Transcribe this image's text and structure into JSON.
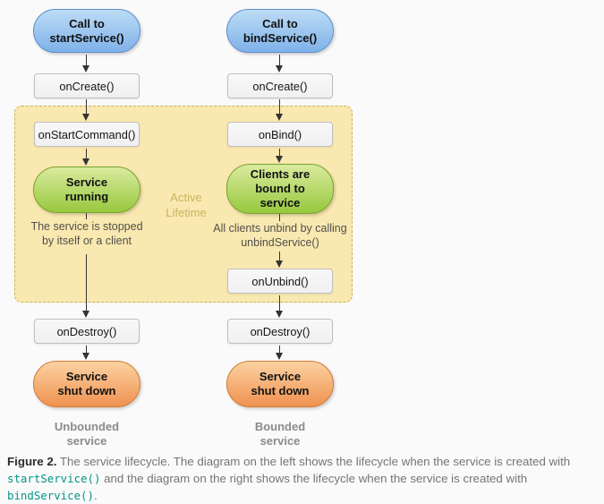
{
  "colors": {
    "bg": "#fafafa",
    "yellow_fill": "#f9e8b0",
    "yellow_border": "#ccb254",
    "lifetime_text": "#c9b45e",
    "blue_top": "#bddcf5",
    "blue_bottom": "#7fb1e9",
    "blue_border": "#5d8fcb",
    "green_top": "#d9eb9e",
    "green_bottom": "#97c83e",
    "green_border": "#7ba32d",
    "orange_top": "#fcd2a2",
    "orange_bottom": "#ef9250",
    "orange_border": "#cf7b35",
    "code_teal": "#009688",
    "arrow": "#333333"
  },
  "diagram": {
    "lifetime_label": {
      "lines": [
        "Active",
        "Lifetime"
      ]
    },
    "nodes": {
      "call_start": {
        "lines": [
          "Call to",
          "startService()"
        ]
      },
      "oncreate_left": {
        "label": "onCreate()"
      },
      "onstartcommand": {
        "label": "onStartCommand()"
      },
      "service_running": {
        "lines": [
          "Service",
          "running"
        ]
      },
      "stopped_note": {
        "lines": [
          "The service is stopped",
          "by itself or a client"
        ]
      },
      "ondestroy_left": {
        "label": "onDestroy()"
      },
      "shutdown_left": {
        "lines": [
          "Service",
          "shut down"
        ]
      },
      "unbounded_label": {
        "lines": [
          "Unbounded",
          "service"
        ]
      },
      "call_bind": {
        "lines": [
          "Call to",
          "bindService()"
        ]
      },
      "oncreate_right": {
        "label": "onCreate()"
      },
      "onbind": {
        "label": "onBind()"
      },
      "clients_bound": {
        "lines": [
          "Clients are",
          "bound to",
          "service"
        ]
      },
      "unbind_note": {
        "lines": [
          "All clients unbind by calling",
          "unbindService()"
        ]
      },
      "onunbind": {
        "label": "onUnbind()"
      },
      "ondestroy_right": {
        "label": "onDestroy()"
      },
      "shutdown_right": {
        "lines": [
          "Service",
          "shut down"
        ]
      },
      "bounded_label": {
        "lines": [
          "Bounded",
          "service"
        ]
      }
    }
  },
  "caption": {
    "figure_label": "Figure 2.",
    "text1": " The service lifecycle. The diagram on the left shows the lifecycle when the service is created with ",
    "code1": "startService()",
    "text2": " and the diagram on the right shows the lifecycle when the service is created with ",
    "code2": "bindService()",
    "text3": "."
  }
}
